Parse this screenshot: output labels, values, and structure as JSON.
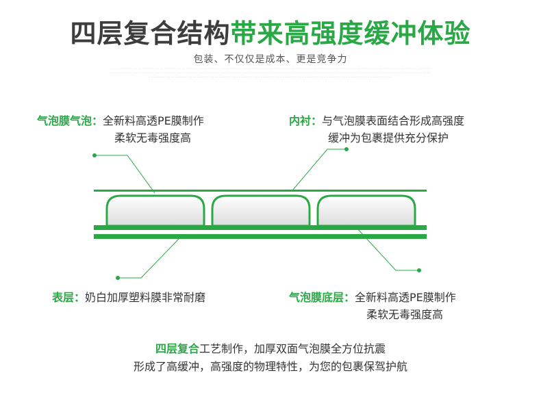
{
  "title": {
    "part1": "四层复合结构",
    "part2": "带来高强度缓冲体验"
  },
  "subtitle": "包装、不仅仅是成本、更是竞争力",
  "colors": {
    "accent": "#2aa845",
    "text": "#333333",
    "title_dark": "#3d3d3d",
    "bubble_fill": "#e4e4e4"
  },
  "labels": {
    "bubble_film": {
      "head": "气泡膜气泡：",
      "line1": "全新料高透PE膜制作",
      "line2": "柔软无毒强度高"
    },
    "lining": {
      "head": "内衬：",
      "line1": "与气泡膜表面结合形成高强度",
      "line2": "缓冲为包裹提供充分保护"
    },
    "surface": {
      "head": "表层：",
      "line1": "奶白加厚塑料膜非常耐磨"
    },
    "bubble_base": {
      "head": "气泡膜底层：",
      "line1": "全新料高透PE膜制作",
      "line2": "柔软无毒强度高"
    }
  },
  "closing": {
    "head": "四层复合",
    "line1": "工艺制作，加厚双面气泡膜全方位抗震",
    "line2": "形成了高缓冲，高强度的物理特性，为您的包裹保驾护航"
  }
}
